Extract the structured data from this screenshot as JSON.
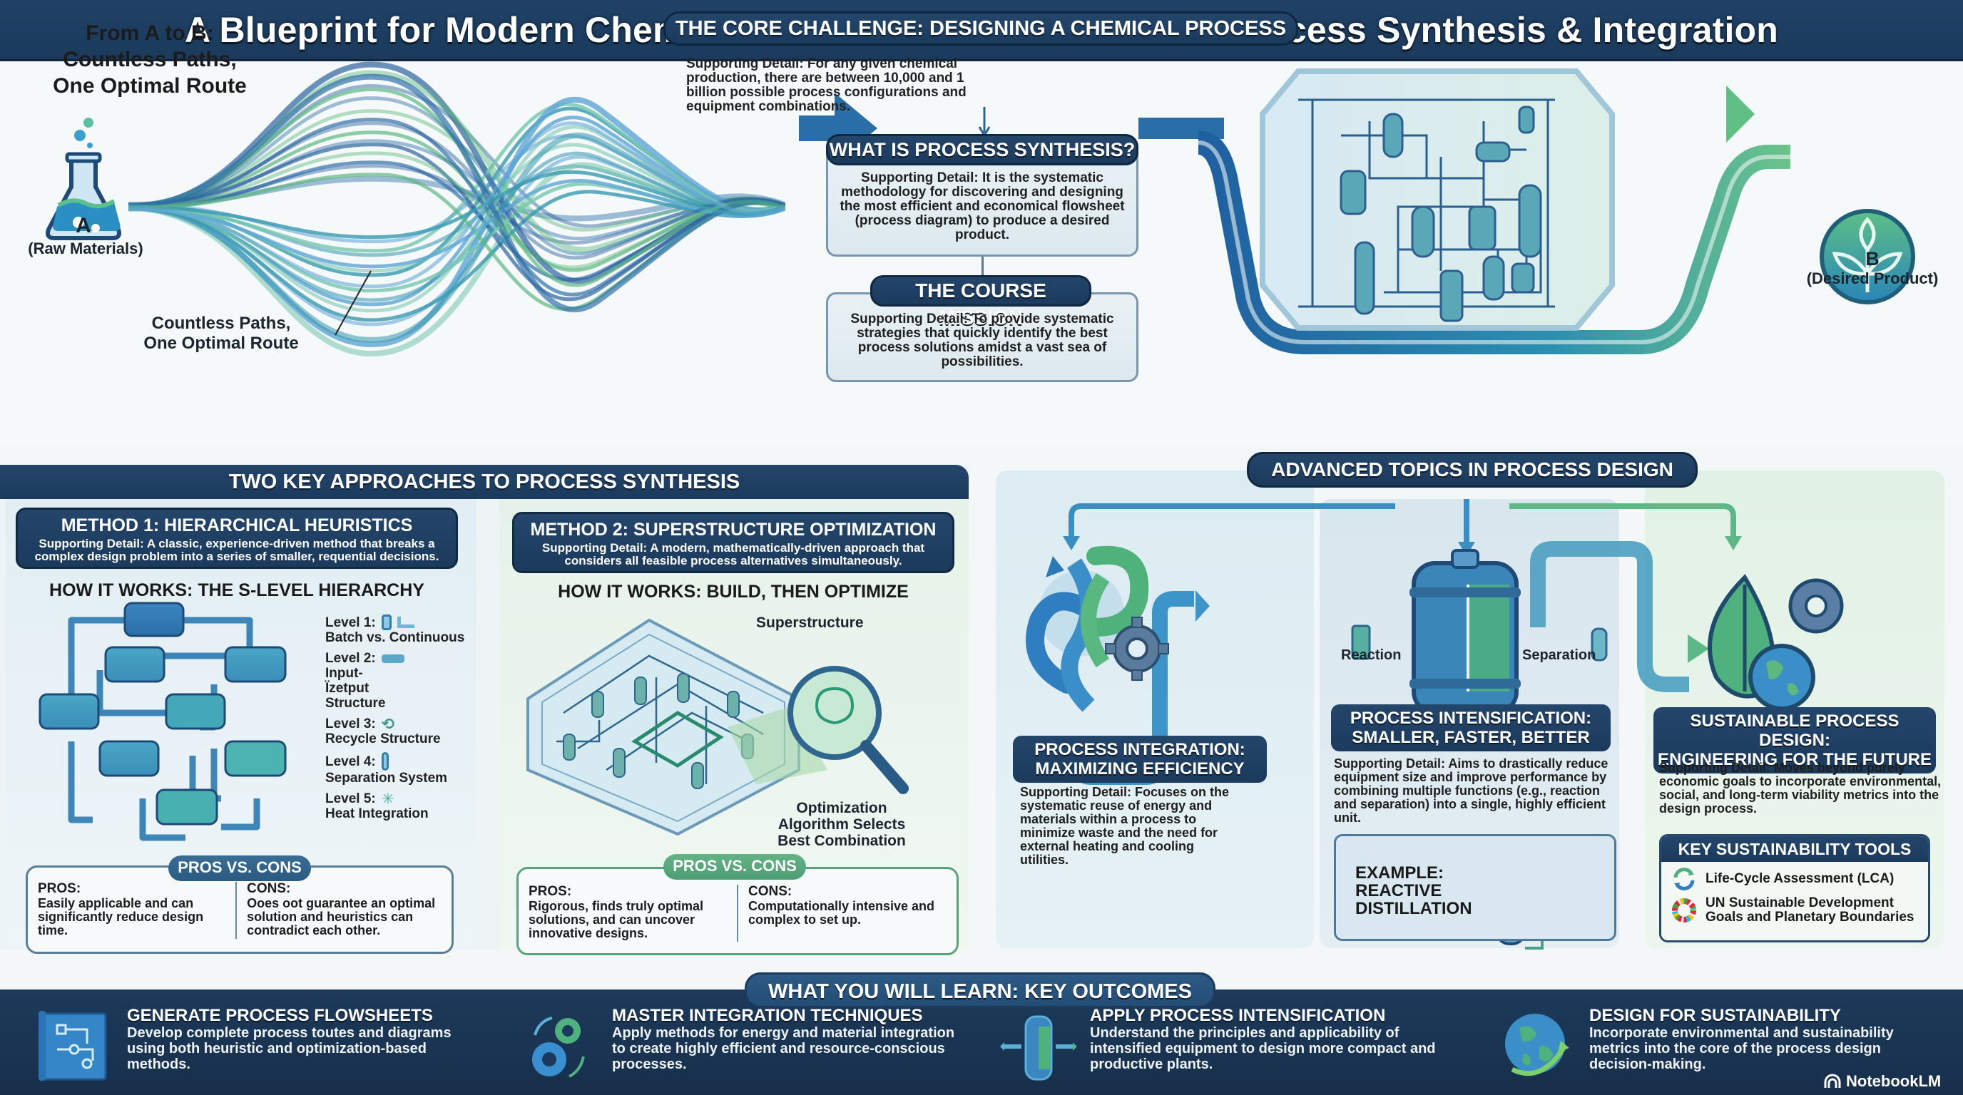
{
  "title": "A Blueprint for Modern Chemical Processes: An Overview of Process Synthesis & Integration",
  "intro": {
    "heading_lines": [
      "From A to B:",
      "Countless Paths,",
      "One Optimal Route"
    ],
    "start_label": "A",
    "start_sublabel": "(Raw Materials)",
    "paths_caption_lines": [
      "Countless Paths,",
      "One Optimal Route"
    ],
    "end_label": "B",
    "end_sublabel": "(Desired Product)",
    "start_icon": "flask-icon",
    "end_icon": "plant-sprout-icon"
  },
  "core_challenge": {
    "heading": "THE CORE CHALLENGE: DESIGNING A CHEMICAL PROCESS",
    "detail": "Supporting Detail: For any given chemical production, there are between 10,000 and 1 billion possible process configurations and equipment combinations."
  },
  "process_synthesis": {
    "heading": "WHAT IS PROCESS SYNTHESIS?",
    "detail": "Supporting Detail: It is the systematic methodology for discovering and designing the most efficient and economical flowsheet (process diagram) to produce a desired product."
  },
  "course_mission": {
    "heading": "THE COURSE MISSION",
    "detail": "Supporting Detail: To provide systematic strategies that quickly identify the best process solutions amidst a vast sea of possibilities."
  },
  "approaches": {
    "heading": "TWO KEY APPROACHES TO PROCESS SYNTHESIS",
    "method1": {
      "title": "METHOD 1: HIERARCHICAL HEURISTICS",
      "detail": "Supporting Detail: A classic, experience-driven method that breaks a complex design problem into a series of smaller, requential decisions.",
      "how_heading": "HOW IT WORKS: THE S-LEVEL HIERARCHY",
      "levels": [
        {
          "name": "Level 1:",
          "desc": "Batch vs. Continuous",
          "icon": "batch-tank-icon"
        },
        {
          "name": "Level 2:",
          "desc": "Input-Ïzetput Structure",
          "icon": "pipe-flow-icon"
        },
        {
          "name": "Level 3:",
          "desc": "Recycle Structure",
          "icon": "recycle-loop-icon"
        },
        {
          "name": "Level 4:",
          "desc": "Separation System",
          "icon": "column-icon"
        },
        {
          "name": "Level 5:",
          "desc": "Heat Integration",
          "icon": "snowflake-heat-icon"
        }
      ],
      "pros_cons_label": "PROS VS. CONS",
      "pros_label": "PROS:",
      "pros": "Easily applicable and can significantly reduce design time.",
      "cons_label": "CONS:",
      "cons": "Ooes oot guarantee an optimal solution and heuristics can contradict each other."
    },
    "method2": {
      "title": "METHOD 2: SUPERSTRUCTURE OPTIMIZATION",
      "detail": "Supporting Detail: A modern, mathematically-driven approach that considers all feasible process alternatives simultaneously.",
      "how_heading": "HOW IT WORKS: BUILD, THEN OPTIMIZE",
      "superstructure_label": "Superstructure",
      "optimization_label_lines": [
        "Optimization",
        "Algorithm Selects",
        "Best Combination"
      ],
      "pros_cons_label": "PROS VS. CONS",
      "pros_label": "PROS:",
      "pros": "Rigorous, finds truly optimal solutions, and can uncover innovative designs.",
      "cons_label": "CONS:",
      "cons": "Computationally intensive and complex to set up."
    }
  },
  "advanced": {
    "heading": "ADVANCED TOPICS IN PROCESS DESIGN",
    "integration": {
      "title_lines": [
        "PROCESS INTEGRATION:",
        "MAXIMIZING EFFICIENCY"
      ],
      "detail": "Supporting Detail: Focuses on the systematic reuse of energy and materials within a process to minimize waste and the need for external heating and cooling utilities."
    },
    "intensification": {
      "title_lines": [
        "PROCESS INTENSIFICATION:",
        "SMALLER, FASTER, BETTER"
      ],
      "reaction_label": "Reaction",
      "separation_label": "Separation",
      "detail": "Supporting Detail: Aims to drastically reduce equipment size and improve performance by combining multiple functions (e.g., reaction and separation) into a single, highly efficient unit.",
      "example_lines": [
        "EXAMPLE:",
        "REACTIVE",
        "DISTILLATION"
      ]
    },
    "sustainable": {
      "title_lines": [
        "SUSTAINABLE PROCESS DESIGN:",
        "ENGINEERING FOR THE FUTURE"
      ],
      "detail": "Supporting Detail: Moves beyond purely economic goals to incorporate environmental, social, and long-term viability metrics into the design process.",
      "tools_heading": "KEY SUSTAINABILITY TOOLS",
      "tools": [
        {
          "label": "Life-Cycle Assessment (LCA)",
          "icon": "cycle-arrows-icon"
        },
        {
          "label": "UN Sustainable Development Goals and Planetary Boundaries",
          "icon": "sdg-wheel-icon"
        }
      ]
    }
  },
  "outcomes": {
    "heading": "WHAT YOU WILL LEARN: KEY OUTCOMES",
    "items": [
      {
        "title": "GENERATE PROCESS FLOWSHEETS",
        "text": "Develop complete process toutes and diagrams using both heuristic and optimization-based methods.",
        "icon": "blueprint-icon"
      },
      {
        "title": "MASTER INTEGRATION TECHNIQUES",
        "text": "Apply methods for energy and material integration to create highly efficient and resource-conscious processes.",
        "icon": "gears-cycle-icon"
      },
      {
        "title": "APPLY PROCESS INTENSIFICATION",
        "text": "Understand the principles and applicability of intensified equipment to design more compact and productive plants.",
        "icon": "reactor-icon"
      },
      {
        "title": "DESIGN FOR SUSTAINABILITY",
        "text": "Incorporate environmental and sustainability metrics into the core of the process design decision-making.",
        "icon": "globe-arrow-icon"
      }
    ]
  },
  "brand": "NotebookLM",
  "colors": {
    "navy": "#1b3a5c",
    "blue": "#2f6fa8",
    "teal": "#3a9bb0",
    "green": "#5cb87f"
  }
}
